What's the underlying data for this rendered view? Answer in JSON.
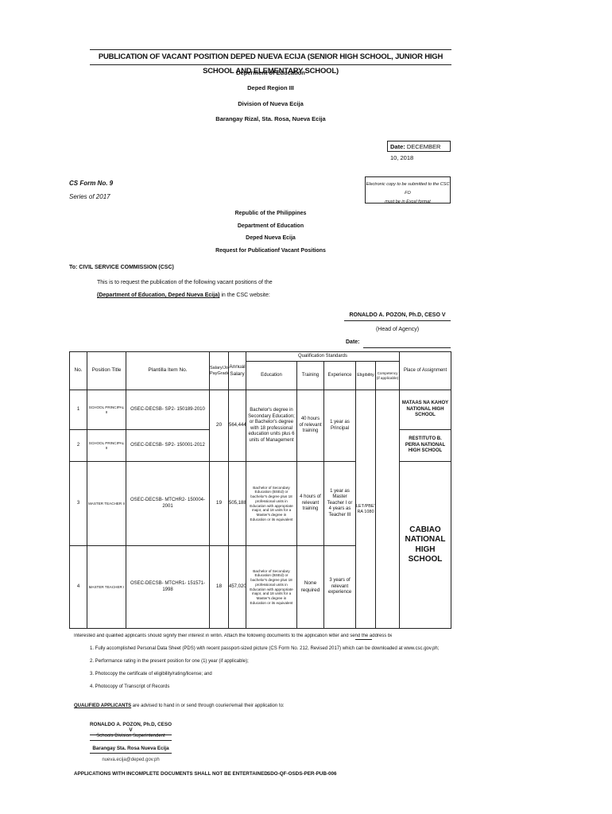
{
  "title": "PUBLICATION OF VACANT POSITION DEPED NUEVA ECIJA (SENIOR HIGH SCHOOL, JUNIOR HIGH SCHOOL AND ELEMENTARY SCHOOL)",
  "header_lines": [
    "Deperment of Education",
    "Deped Region III",
    "Division of Nueva Ecija",
    "Barangay Rizal, Sta. Rosa, Nueva Ecija"
  ],
  "date_label": "Date:",
  "date_value": "DECEMBER 10, 2018",
  "cs_form": "CS Form No. 9",
  "cs_series": "Series of 2017",
  "electronic_copy": [
    "Electronic copy to be submitted to the CSC FO",
    "must be in Excel format"
  ],
  "request_lines": [
    "Republic of the Philippines",
    "Department of Education",
    "Deped Nueva Ecija",
    "Request for Publicationf Vacant Positions"
  ],
  "to_line": "To: CIVIL SERVICE COMMISSION (CSC)",
  "intro_line1": "This is to request the publication of the following vacant positions of the",
  "intro_dept": "(Department of Education, Deped Nueva Ecija)",
  "intro_line2_rest": " in the CSC website:",
  "head_name": "RONALDO A. POZON, Ph.D, CESO V",
  "head_label": "(Head of Agency)",
  "head_date_label": "Date:",
  "table": {
    "h_no": "No.",
    "h_position": "Position Title",
    "h_plantilla": "Plantilla Item No.",
    "h_salary_grade": "Salary/Job PayGrade",
    "h_annual_salary": "Annual Salary",
    "h_qualification": "Qualification Standards",
    "h_education": "Education",
    "h_training": "Training",
    "h_experience": "Experience",
    "h_eligibility": "Eligibility",
    "h_competency": "Competency (if applicable)",
    "h_place": "Place of Assignment",
    "rows": [
      {
        "no": "1",
        "position": "SCHOOL PRINCIPAL II",
        "plantilla_a": "OSEC-DECSB-",
        "plantilla_b": "SP2-",
        "plantilla_c": "150189-2010",
        "place": "MATAAS NA KAHOY NATIONAL HIGH SCHOOL"
      },
      {
        "no": "2",
        "position": "SCHOOL PRINCIPAL II",
        "plantilla_a": "OSEC-DECSB-",
        "plantilla_b": "SP2-",
        "plantilla_c": "150001-2012",
        "place": "RESTITUTO B. PERIA NATIONAL HIGH SCHOOL"
      },
      {
        "no": "3",
        "position": "MASTER TEACHER II",
        "plantilla_a": "OSEC-DECSB-",
        "plantilla_b": "MTCHR2-",
        "plantilla_c": "150004-2001",
        "grade": "19",
        "salary": "505,188"
      },
      {
        "no": "4",
        "position": "MASTER TEACHER I",
        "plantilla_a": "OSEC-DECSB-",
        "plantilla_b": "MTCHR1-",
        "plantilla_c": "151571-1998",
        "grade": "18",
        "salary": "457,020"
      }
    ],
    "principal_grade": "20",
    "principal_salary": "564,444",
    "principal_education": "Bachelor's degree in Secondary Education; or Bachelor's degree with 18 professional education units plus 6 units of Management",
    "principal_training": "40 hours of relevant training",
    "principal_experience": "1 year as Principal",
    "mt2_education": "Bachelor of Secondary Education (BSEd) or bachelor's degree plus 18 professional units in Education with appropriate major, and 18 units for a Master's degree in Education or its equivalent",
    "mt2_training": "4 hours of relevant training",
    "mt2_experience": "1 year as Master Teacher I or 4 years as Teacher III",
    "mt1_education": "Bachelor of Secondary Education (BSEd) or bachelor's degree plus 18 professional units in Education with appropriate major, and 18 units for a Master's degree in Education or its equivalent",
    "mt1_training": "None required",
    "mt1_experience": "3 years of relevant experience",
    "eligibility": "LET/PBET/ RA 1080",
    "place_cabiao": "CABIAO NATIONAL HIGH SCHOOL"
  },
  "footer": {
    "interested": "Interested and qualified applicants should signify their interest in writin. Attach the following documents to the application letter and send the address below not later than",
    "docs": [
      "1. Fully accomplished Personal Data Sheet (PDS) with recent passport-sized picture (CS Form No. 212, Revised 2017) which can be downloaded at www.csc.gov.ph;",
      "2. Performance rating in the present position for one (1) year (if applicable);",
      "3. Photocopy the certificate of eligibility/rating/license; and",
      "4. Photocopy of Transcript of Records"
    ],
    "qualified_bold": "QUALIFIED APPLICANTS",
    "qualified_rest": " are advised to hand in or send through courier/email their application to:",
    "addr_name": "RONALDO A. POZON, Ph.D, CESO V",
    "addr_title": "Schools Division Superintendent",
    "addr_place": "Barangay Sta. Rosa Nueva Ecija",
    "addr_email": "nueva.ecija@deped.gov.ph",
    "incomplete": "APPLICATIONS WITH INCOMPLETE DOCUMENTS SHALL NOT BE ENTERTAINED.",
    "form_code": "SDO-QF-OSDS-PER-PUB-006"
  }
}
